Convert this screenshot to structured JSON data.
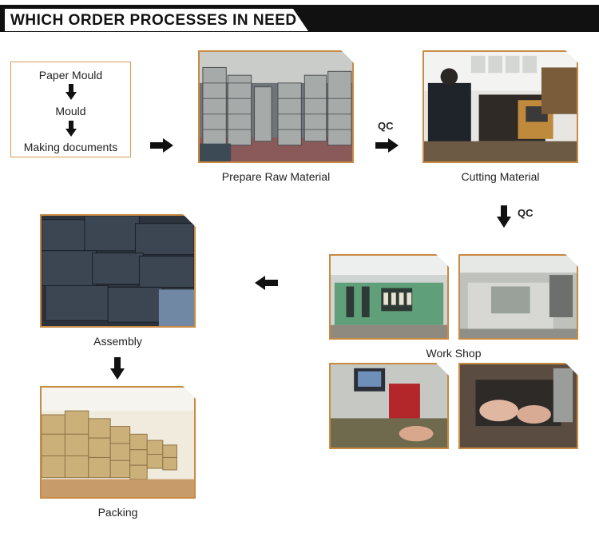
{
  "header": {
    "title": "WHICH ORDER PROCESSES IN NEED ?"
  },
  "documents": {
    "steps": [
      "Paper Mould",
      "Mould",
      "Making documents"
    ]
  },
  "stages": {
    "raw_material": "Prepare  Raw  Material",
    "cutting": "Cutting  Material",
    "workshop": "Work Shop",
    "assembly": "Assembly",
    "packing": "Packing"
  },
  "qc_labels": {
    "first": "QC",
    "second": "QC"
  },
  "colors": {
    "frame": "#c98a43",
    "doc_border": "#d59a53",
    "banner": "#111111"
  }
}
